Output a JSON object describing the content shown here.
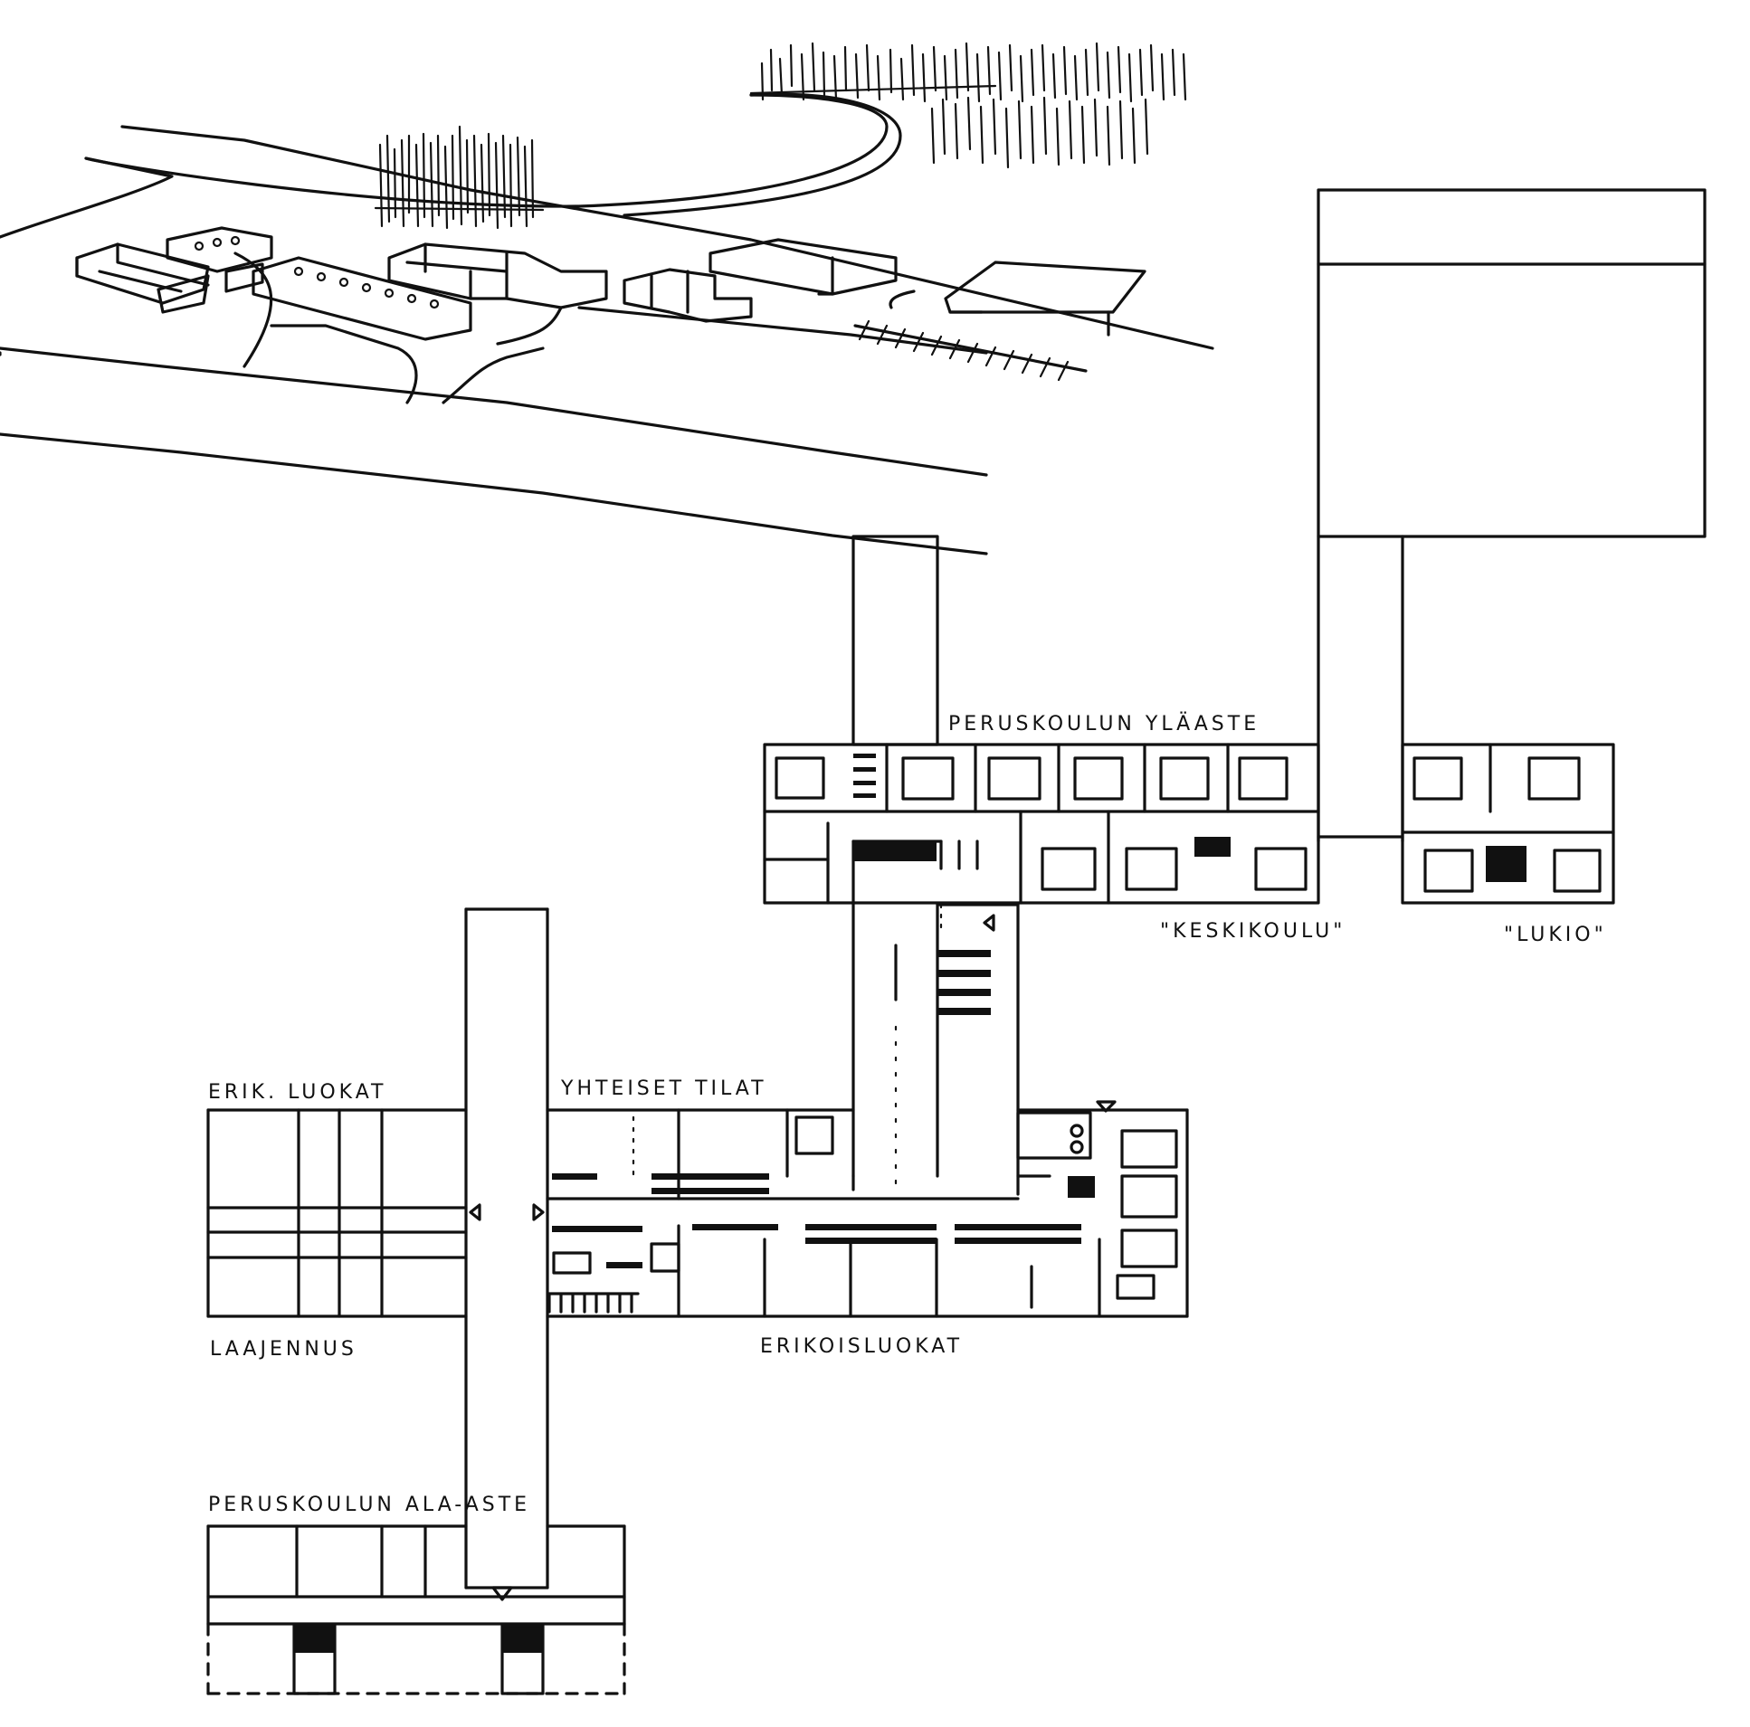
{
  "labels": {
    "peruskoulun_ylaaste": "PERUSKOULUN YLÄASTE",
    "keskikoulu": "\"KESKIKOULU\"",
    "lukio": "\"LUKIO\"",
    "erik_luokat": "ERIK. LUOKAT",
    "yhteiset_tilat": "YHTEISET TILAT",
    "laajennus": "LAAJENNUS",
    "erikoisluokat": "ERIKOISLUOKAT",
    "peruskoulun_ala_aste": "PERUSKOULUN ALA-ASTE"
  },
  "colors": {
    "ink": "#111111",
    "paper": "#ffffff"
  }
}
